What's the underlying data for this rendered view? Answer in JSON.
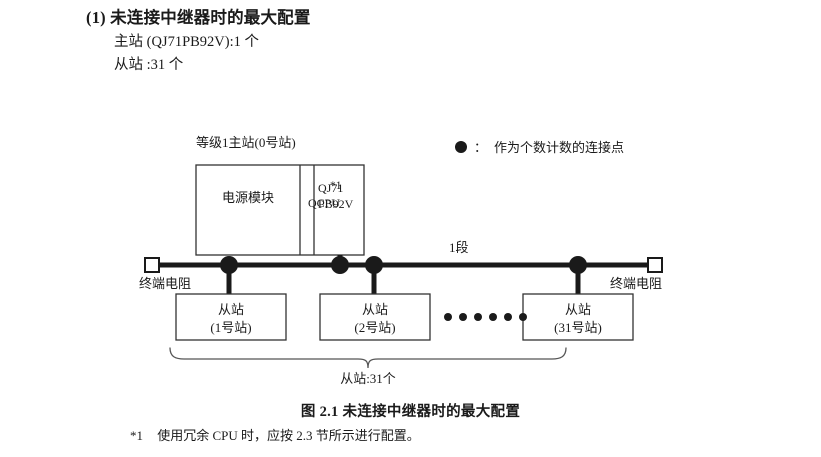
{
  "section": {
    "heading": "(1) 未连接中继器时的最大配置",
    "specs": [
      "主站 (QJ71PB92V):1 个",
      "从站 :31 个"
    ]
  },
  "diagram": {
    "rack": {
      "title": "等级1主站(0号站)",
      "modules": [
        {
          "name": "power-module",
          "label": "电源模块"
        },
        {
          "name": "qcpu-module",
          "label": "QCPU",
          "footmark": "*1"
        },
        {
          "name": "pb92v-module",
          "label_line1": "QJ71",
          "label_line2": "PB92V"
        }
      ]
    },
    "legend": {
      "symbol": "connection-point-dot",
      "separator": "：",
      "text": "作为个数计数的连接点"
    },
    "bus": {
      "segment_label": "1段",
      "terminator_left": "终端电阻",
      "terminator_right": "终端电阻",
      "connection_dot_count": 4
    },
    "slaves": [
      {
        "line1": "从站",
        "line2": "(1号站)"
      },
      {
        "line1": "从站",
        "line2": "(2号站)"
      },
      {
        "line1": "从站",
        "line2": "(31号站)"
      }
    ],
    "ellipsis_dot_count": 6,
    "brace_label": "从站:31个"
  },
  "caption": "图 2.1  未连接中继器时的最大配置",
  "footnote": {
    "mark": "*1",
    "text": "使用冗余 CPU 时，应按 2.3 节所示进行配置。"
  },
  "colors": {
    "ink": "#1a1a1a",
    "line": "#222222",
    "thin_line": "#555555",
    "background": "#ffffff"
  }
}
